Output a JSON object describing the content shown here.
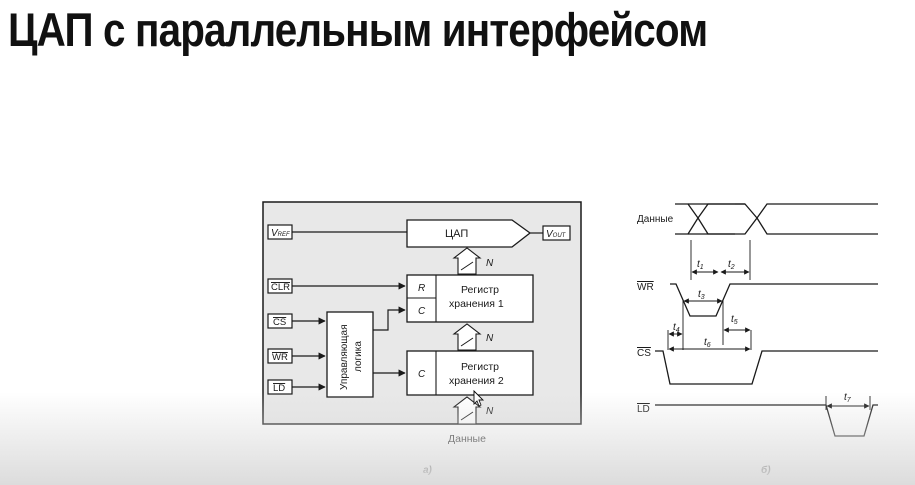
{
  "slide": {
    "title": "ЦАП с параллельным интерфейсом"
  },
  "diagram_a": {
    "caption": "а)",
    "pins": {
      "vref": "V",
      "vref_sub": "REF",
      "vout": "V",
      "vout_sub": "OUT",
      "clr": "CLR",
      "cs": "CS",
      "wr": "WR",
      "ld": "LD"
    },
    "dac_label": "ЦАП",
    "register1": {
      "r": "R",
      "c": "C",
      "line1": "Регистр",
      "line2": "хранения 1"
    },
    "register2": {
      "c": "C",
      "line1": "Регистр",
      "line2": "хранения 2"
    },
    "control_logic": {
      "line1": "Управляющая",
      "line2": "логика"
    },
    "bus_label": "N",
    "data_label": "Данные"
  },
  "diagram_b": {
    "caption": "б)",
    "signals": {
      "data": "Данные",
      "wr": "WR",
      "cs": "CS",
      "ld": "LD"
    },
    "times": {
      "t": "t",
      "t1": "1",
      "t2": "2",
      "t3": "3",
      "t4": "4",
      "t5": "5",
      "t6": "6",
      "t7": "7"
    }
  }
}
